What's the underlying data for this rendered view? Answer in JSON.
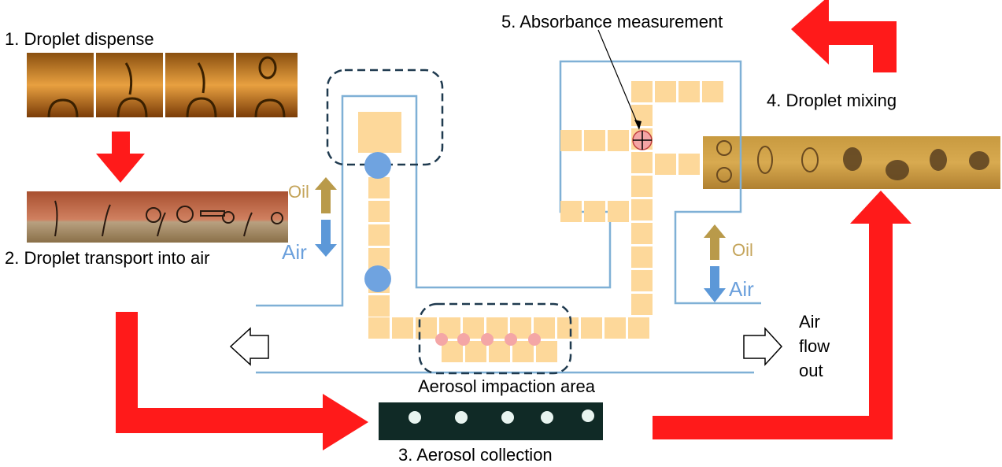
{
  "labels": {
    "step1": "1. Droplet dispense",
    "step2": "2. Droplet transport into air",
    "step3": "3. Aerosol collection",
    "step4": "4. Droplet mixing",
    "step5": "5. Absorbance measurement",
    "impaction_area": "Aerosol impaction area",
    "air_flow_out": [
      "Air",
      "flow",
      "out"
    ],
    "oil": "Oil",
    "air": "Air"
  },
  "colors": {
    "arrow_red": "#ff1a1a",
    "electrode": "#fdd89a",
    "channel": "#7fb0d6",
    "droplet": "#6fa3e0",
    "particle": "#f4a6a6",
    "oil_text": "#c4a45a",
    "air_text": "#6ba0dc",
    "oil_arrow": "#b99a4a",
    "air_arrow": "#5c98d8",
    "dashed_box": "#1f3a4f"
  },
  "icons": [
    "down-arrow-icon",
    "up-arrow-icon",
    "left-hollow-arrow-icon",
    "right-hollow-arrow-icon",
    "crosshair-icon"
  ]
}
